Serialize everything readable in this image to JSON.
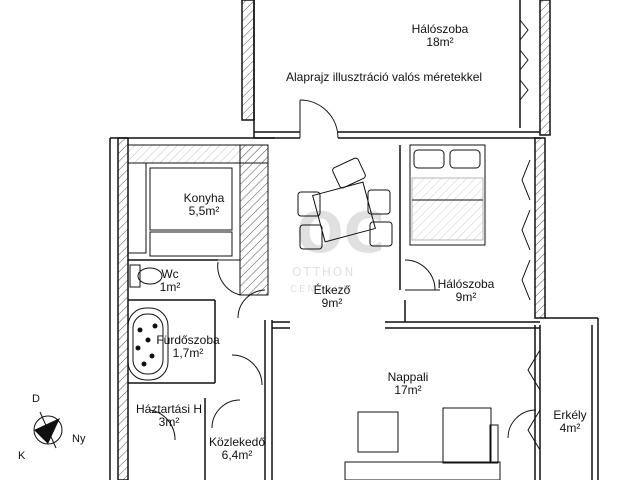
{
  "note": "Alaprajz illusztráció valós méretekkel",
  "rooms": {
    "haloszoba_1": {
      "name": "Hálószoba",
      "area": "18m²"
    },
    "konyha": {
      "name": "Konyha",
      "area": "5,5m²"
    },
    "wc": {
      "name": "Wc",
      "area": "1m²"
    },
    "furdoszoba": {
      "name": "Fürdőszoba",
      "area": "1,7m²"
    },
    "etkezo": {
      "name": "Étkező",
      "area": "9m²"
    },
    "haloszoba_2": {
      "name": "Hálószoba",
      "area": "9m²"
    },
    "nappali": {
      "name": "Nappali",
      "area": "17m²"
    },
    "haztartasi": {
      "name": "Háztartási H",
      "area": "3m²"
    },
    "kozlekedo": {
      "name": "Közlekedő",
      "area": "6,4m²"
    },
    "erkely": {
      "name": "Erkély",
      "area": "4m²"
    }
  },
  "compass": {
    "n": "D",
    "w": "K",
    "e": "Ny"
  },
  "watermark": {
    "text_1": "OTTHON",
    "text_2": "CENTRUM",
    "logo": "OC"
  }
}
